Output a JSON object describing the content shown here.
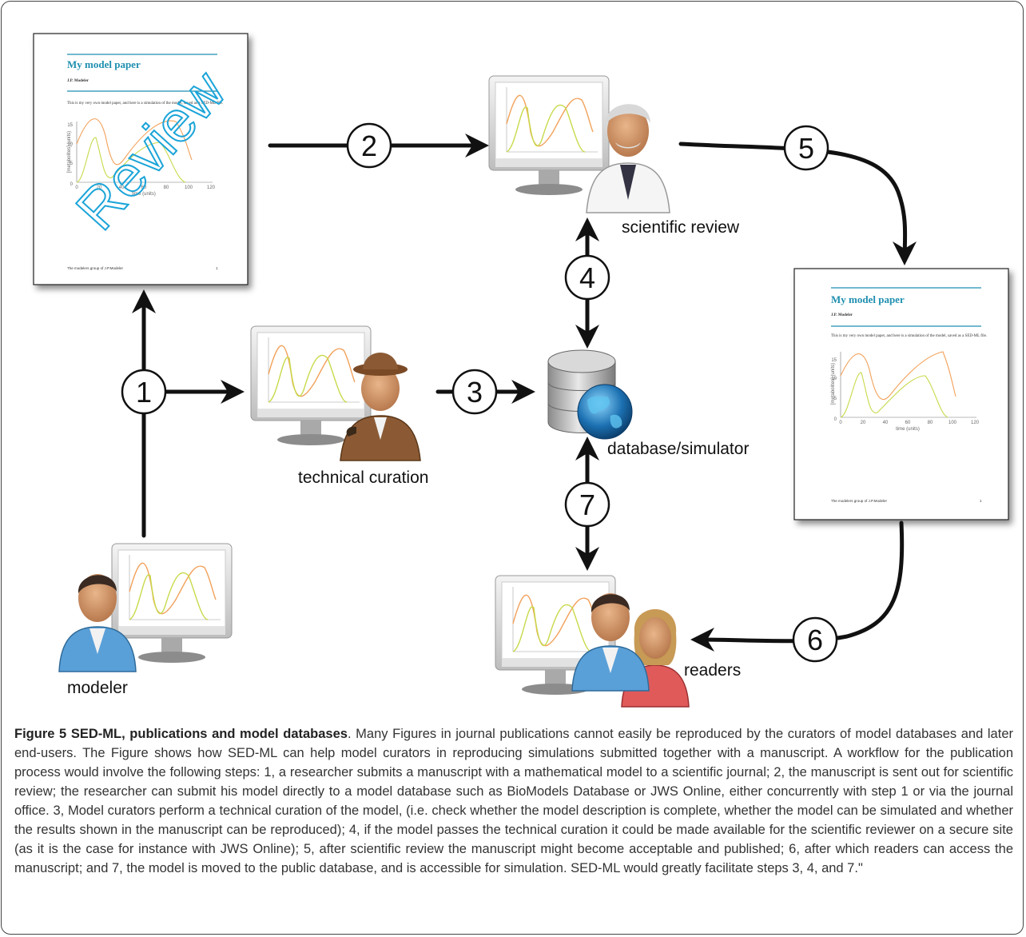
{
  "paper": {
    "title": "My model paper",
    "author": "J.P. Modeler",
    "intro": "This is my very own model paper, and here is a simulation of the model, saved as a SED-ML file.",
    "footer": "The modelers group of J.P.Modeler",
    "page": "1",
    "stamp": "Review",
    "x_ticks": [
      "0",
      "20",
      "40",
      "60",
      "80",
      "100",
      "120"
    ],
    "y_ticks": [
      "0",
      "5",
      "10",
      "15"
    ],
    "x_label": "time (units)",
    "y_label": "[metabolites] (units)"
  },
  "steps": [
    "1",
    "2",
    "3",
    "4",
    "5",
    "6",
    "7"
  ],
  "labels": {
    "scientific_review": "scientific review",
    "technical_curation": "technical curation",
    "database_simulator": "database/simulator",
    "readers": "readers",
    "modeler": "modeler"
  },
  "caption": {
    "title": "Figure 5 SED-ML, publications and model databases",
    "body": ". Many Figures in journal publications cannot easily be reproduced by the curators of model databases and later end-users. The Figure shows how SED-ML can help model curators in reproducing simulations submitted together with a manuscript. A workflow for the publication process would involve the following steps: 1, a researcher submits a manuscript with a mathematical model to a scientific journal; 2, the manuscript is sent out for scientific review; the researcher can submit his model directly to a model database such as BioModels Database or JWS Online, either concurrently with step 1 or via the journal office. 3, Model curators perform a technical curation of the model, (i.e. check whether the model description is complete, whether the model can be simulated and whether the results shown in the manuscript can be reproduced); 4, if the model passes the technical curation it could be made available for the scientific reviewer on a secure site (as it is the case for instance with JWS Online); 5, after scientific review the manuscript might become acceptable and published; 6, after which readers can access the manuscript; and 7, the model is moved to the public database, and is accessible for simulation. SED-ML would greatly facilitate steps 3, 4, and 7.\""
  },
  "colors": {
    "accent": "#1f8fb0",
    "review_stamp": "#1ba4d8",
    "curve_orange": "#f2a15a",
    "curve_yellow": "#c8d94a"
  }
}
